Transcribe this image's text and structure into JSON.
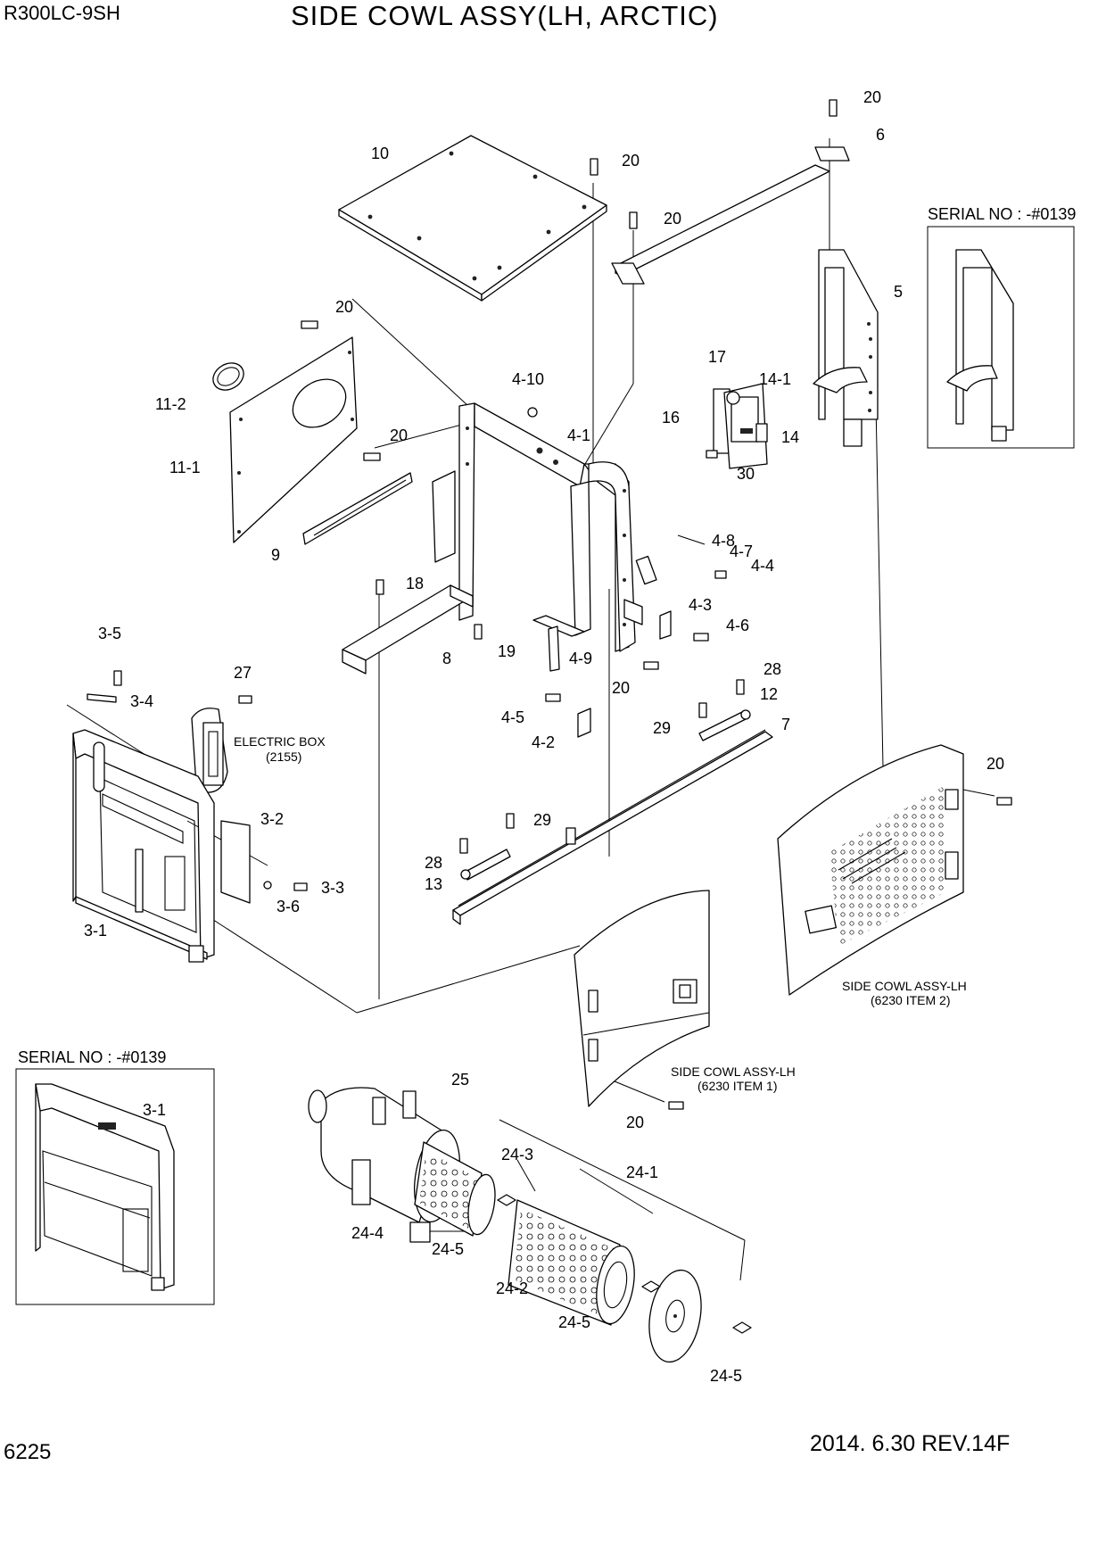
{
  "header": {
    "model": "R300LC-9SH",
    "title": "SIDE COWL ASSY(LH, ARCTIC)"
  },
  "footer": {
    "page_number": "6225",
    "revision": "2014. 6.30  REV.14F"
  },
  "serial_boxes": [
    {
      "label": "SERIAL NO : -#0139",
      "part": "5"
    },
    {
      "label": "SERIAL NO : -#0139",
      "part": "3-1"
    }
  ],
  "notes": {
    "electric_box": {
      "line1": "ELECTRIC BOX",
      "line2": "(2155)"
    },
    "side_cowl_item2": {
      "line1": "SIDE COWL ASSY-LH",
      "line2": "(6230 ITEM 2)"
    },
    "side_cowl_item1": {
      "line1": "SIDE COWL ASSY-LH",
      "line2": "(6230 ITEM 1)"
    }
  },
  "callouts": [
    "20",
    "6",
    "10",
    "20",
    "20",
    "20",
    "11-2",
    "11-1",
    "4-10",
    "20",
    "4-1",
    "9",
    "17",
    "14-1",
    "16",
    "14",
    "30",
    "5",
    "4-8",
    "4-7",
    "4-4",
    "18",
    "4-3",
    "4-6",
    "8",
    "19",
    "4-9",
    "3-5",
    "27",
    "3-4",
    "20",
    "28",
    "12",
    "4-5",
    "29",
    "7",
    "4-2",
    "3-2",
    "3-3",
    "3-6",
    "20",
    "29",
    "28",
    "13",
    "3-1",
    "25",
    "24-3",
    "24-1",
    "20",
    "3-1",
    "24-4",
    "24-5",
    "24-2",
    "24-5",
    "24-5"
  ]
}
